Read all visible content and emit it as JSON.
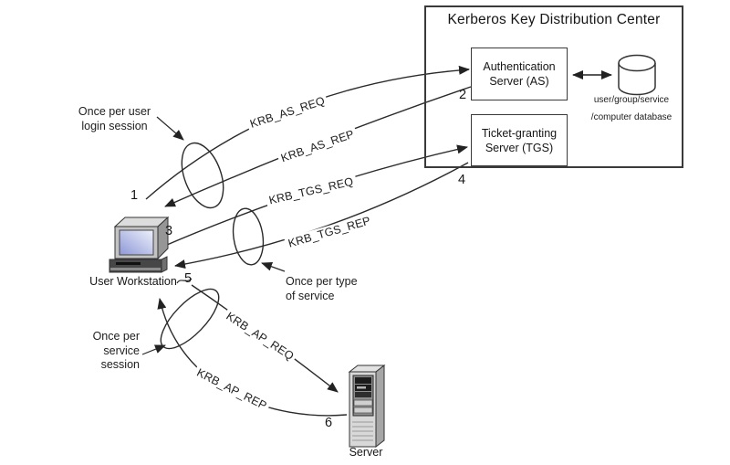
{
  "title": "Kerberos Key Distribution Center",
  "boxes": {
    "as": {
      "line1": "Authentication",
      "line2": "Server (AS)"
    },
    "tgs": {
      "line1": "Ticket-granting",
      "line2": "Server (TGS)"
    }
  },
  "database_caption": {
    "line1": "user/group/service",
    "line2": "/computer database"
  },
  "nodes": {
    "workstation": "User Workstation",
    "server": "Server"
  },
  "messages": {
    "as_req": "KRB_AS_REQ",
    "as_rep": "KRB_AS_REP",
    "tgs_req": "KRB_TGS_REQ",
    "tgs_rep": "KRB_TGS_REP",
    "ap_req": "KRB_AP_REQ",
    "ap_rep": "KRB_AP_REP"
  },
  "steps": {
    "s1": "1",
    "s2": "2",
    "s3": "3",
    "s4": "4",
    "s5": "5",
    "s6": "6"
  },
  "annotations": {
    "login": {
      "line1": "Once per user",
      "line2": "login session"
    },
    "service_type": {
      "line1": "Once per type",
      "line2": "of service"
    },
    "service_session": {
      "line1": "Once per",
      "line2": "service",
      "line3": "session"
    }
  },
  "colors": {
    "line": "#2a2a2a",
    "box_border": "#3a3a3a",
    "text": "#1d1d1d",
    "screen_top": "#eef1fc",
    "screen_bottom": "#8e98d6"
  }
}
